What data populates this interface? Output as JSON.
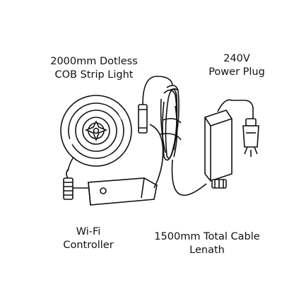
{
  "colors": {
    "background": "#ffffff",
    "line": "#111111",
    "cable": "#111111"
  },
  "labels": {
    "strip_light": {
      "line1": "2000mm Dotless",
      "line2": "COB Strip Light"
    },
    "power_plug": {
      "line1": "240V",
      "line2": "Power Plug"
    },
    "controller": {
      "line1": "Wi-Fi",
      "line2": "Controller"
    },
    "cable": {
      "line1": "1500mm Total Cable",
      "line2": "Lenath"
    }
  },
  "icons": {
    "strip_reel": "led-strip-reel-icon",
    "controller": "wifi-controller-icon",
    "adapter": "power-adapter-icon",
    "plug": "au-plug-icon",
    "cable": "coiled-cable-icon"
  }
}
